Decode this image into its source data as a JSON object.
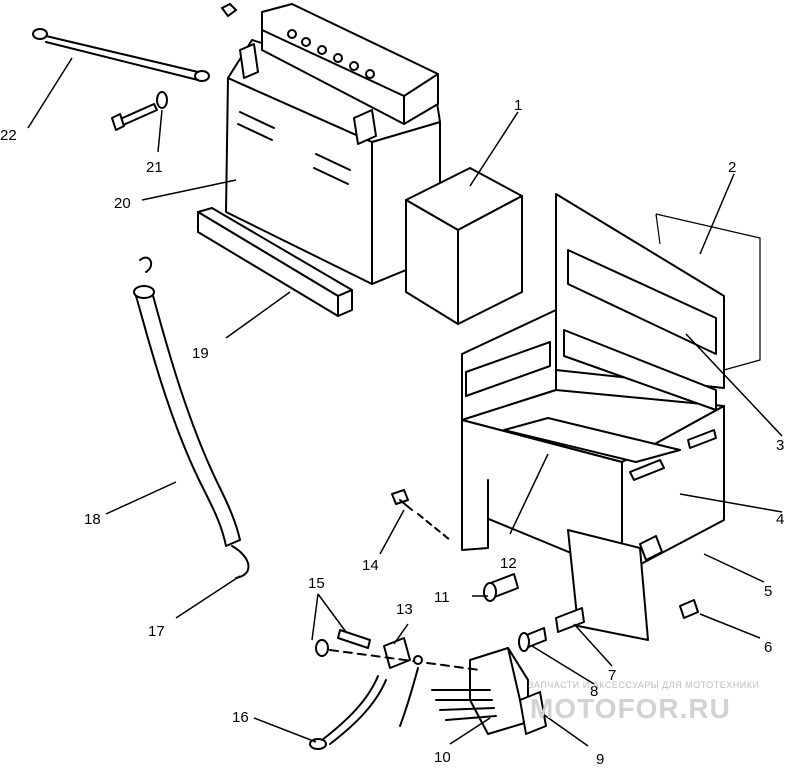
{
  "callouts": [
    {
      "id": "1",
      "text": "1"
    },
    {
      "id": "2",
      "text": "2"
    },
    {
      "id": "3",
      "text": "3"
    },
    {
      "id": "4",
      "text": "4"
    },
    {
      "id": "5",
      "text": "5"
    },
    {
      "id": "6",
      "text": "6"
    },
    {
      "id": "7",
      "text": "7"
    },
    {
      "id": "8",
      "text": "8"
    },
    {
      "id": "9",
      "text": "9"
    },
    {
      "id": "10",
      "text": "10"
    },
    {
      "id": "11",
      "text": "11"
    },
    {
      "id": "12",
      "text": "12"
    },
    {
      "id": "13",
      "text": "13"
    },
    {
      "id": "14",
      "text": "14"
    },
    {
      "id": "15",
      "text": "15"
    },
    {
      "id": "16",
      "text": "16"
    },
    {
      "id": "17",
      "text": "17"
    },
    {
      "id": "18",
      "text": "18"
    },
    {
      "id": "19",
      "text": "19"
    },
    {
      "id": "20",
      "text": "20"
    },
    {
      "id": "21",
      "text": "21"
    },
    {
      "id": "22",
      "text": "22"
    }
  ],
  "watermark": {
    "tagline": "ЗАПЧАСТИ И АКСЕССУАРЫ ДЛЯ МОТОТЕХНИКИ",
    "brand": "MOTOFOR.RU"
  }
}
